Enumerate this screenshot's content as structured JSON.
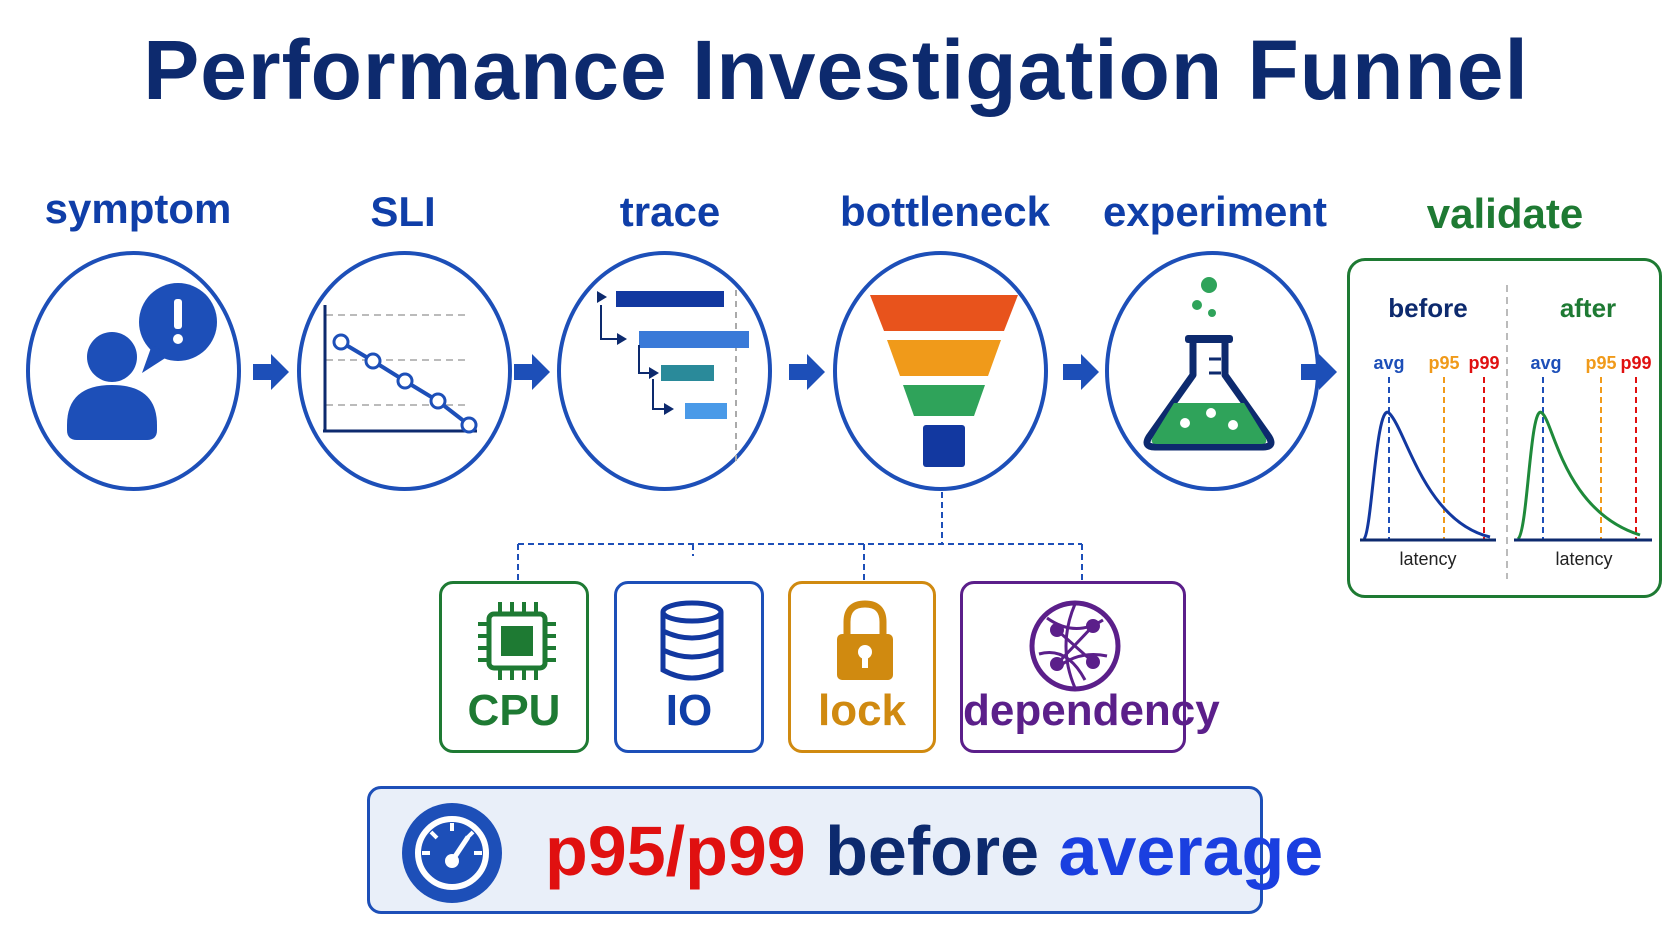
{
  "title": "Performance Investigation Funnel",
  "stages": [
    {
      "label": "symptom"
    },
    {
      "label": "SLI"
    },
    {
      "label": "trace"
    },
    {
      "label": "bottleneck"
    },
    {
      "label": "experiment"
    },
    {
      "label": "validate"
    }
  ],
  "validate": {
    "before_label": "before",
    "after_label": "after",
    "markers": {
      "avg": "avg",
      "p95": "p95",
      "p99": "p99"
    },
    "xlabel": "latency"
  },
  "causes": [
    {
      "label": "CPU",
      "color": "#1e7a33"
    },
    {
      "label": "IO",
      "color": "#0f3ea8"
    },
    {
      "label": "lock",
      "color": "#d08a10"
    },
    {
      "label": "dependency",
      "color": "#5b1f8a"
    }
  ],
  "banner": {
    "part1": "p95/p99",
    "part2": "before",
    "part3": "average",
    "colors": {
      "part1": "#e01010",
      "part2": "#0d2a6e",
      "part3": "#1a3fe0"
    }
  },
  "colors": {
    "primary": "#1d4fb8",
    "green": "#1e7a33",
    "orange": "#f09a1a",
    "red": "#e01010"
  }
}
